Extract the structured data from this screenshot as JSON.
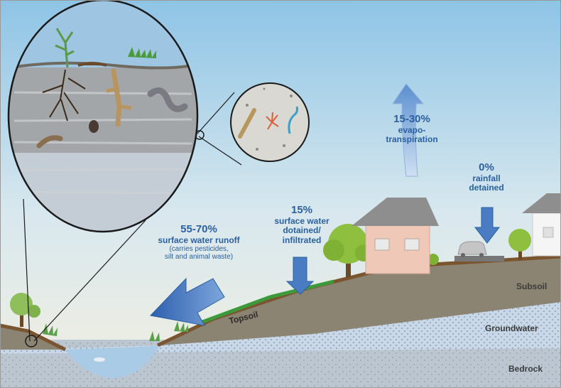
{
  "diagram": {
    "evapotranspiration": {
      "percent": "15-30%",
      "line1": "evapo-",
      "line2": "transpiration"
    },
    "rainfall_detained": {
      "percent": "0%",
      "line1": "rainfall",
      "line2": "detained"
    },
    "infiltrated": {
      "percent": "15%",
      "line1": "surface water",
      "line2": "dotained/",
      "line3": "infiltrated"
    },
    "runoff": {
      "percent": "55-70%",
      "line1": "surface water runoff",
      "line2": "(carries pesticides,",
      "line3": "silt and animal waste)"
    },
    "layers": {
      "subsoil": "Subsoil",
      "groundwater": "Groundwater",
      "bedrock": "Bedrock",
      "topsoil": "Topsoil"
    }
  },
  "colors": {
    "sky_top": "#8ec4e6",
    "sky_bottom": "#f3efe0",
    "arrow_blue": "#4a7cc4",
    "text_blue": "#2a5fa0",
    "subsoil": "#8c8472",
    "groundwater": "#c9d7e6",
    "bedrock": "#bcc6d0",
    "topsoil_green": "#3d9a3a",
    "soil_brown": "#7a5530"
  }
}
